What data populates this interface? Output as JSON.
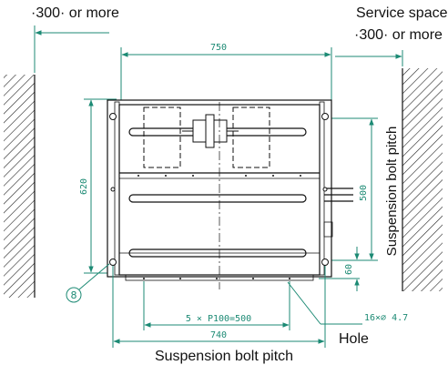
{
  "labels": {
    "left_clearance": "·300· or more",
    "service_space_title": "Service space",
    "service_space_clearance": "·300· or more",
    "suspension_bolt_pitch_right": "Suspension bolt pitch",
    "suspension_bolt_pitch_bottom": "Suspension bolt pitch",
    "hole": "Hole"
  },
  "dimensions": {
    "overall_width": "750",
    "overall_depth": "620",
    "bolt_pitch_depth": "500",
    "offset_bottom": "60",
    "hole_pitch": "5 × P100=500",
    "bolt_pitch_width": "740",
    "hole_spec": "16×∅ 4.7"
  },
  "callout": {
    "part_number": "8"
  },
  "colors": {
    "dimension_lines": "#1c8a74",
    "outline": "#111111",
    "wall_hatch": "#222222"
  }
}
